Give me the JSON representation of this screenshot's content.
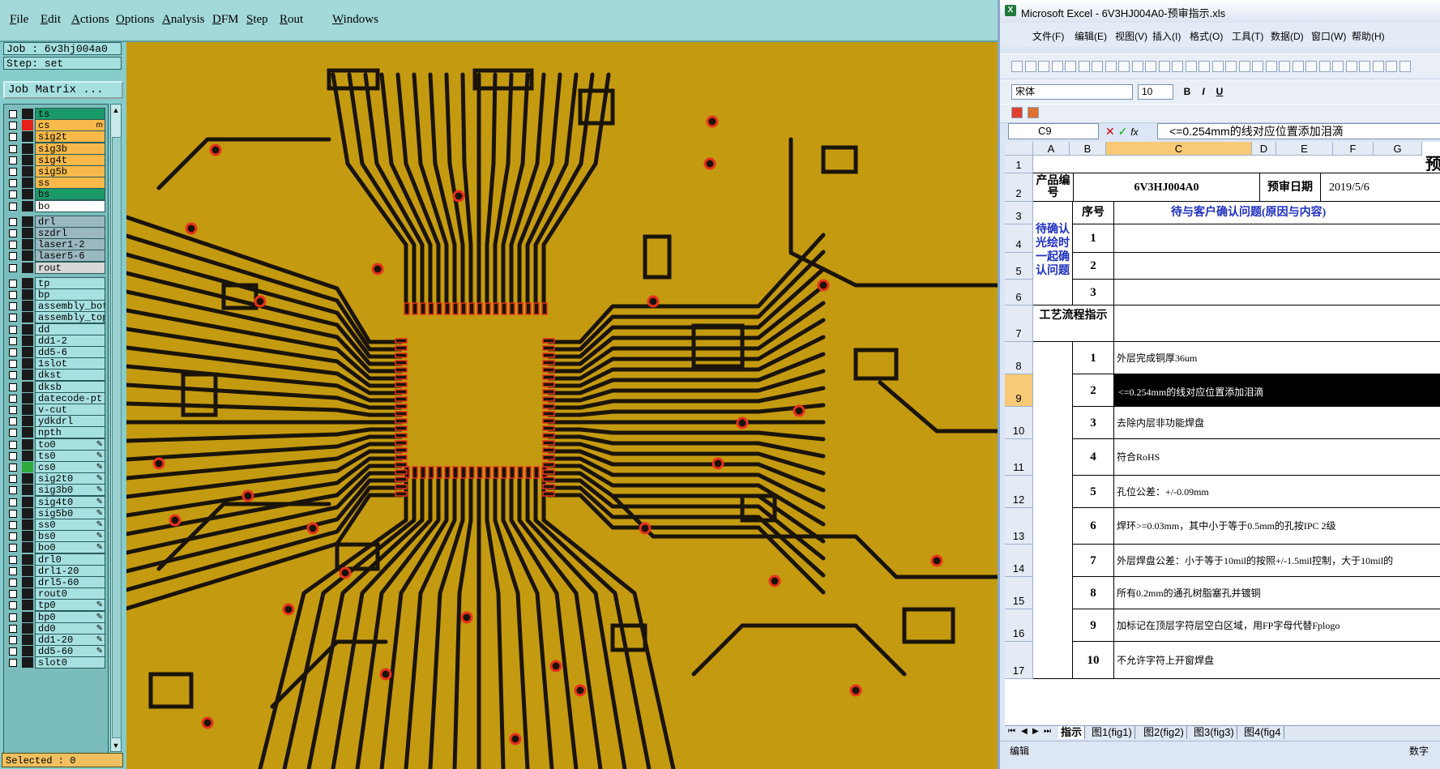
{
  "menubar": {
    "items": [
      {
        "label": "File",
        "underline": "F",
        "rest": "ile"
      },
      {
        "label": "Edit",
        "underline": "E",
        "rest": "dit"
      },
      {
        "label": "Actions",
        "underline": "A",
        "rest": "ctions"
      },
      {
        "label": "Options",
        "underline": "O",
        "rest": "ptions"
      },
      {
        "label": "Analysis",
        "underline": "A",
        "rest": "nalysis"
      },
      {
        "label": "DFM",
        "underline": "D",
        "rest": "FM"
      },
      {
        "label": "Step",
        "underline": "S",
        "rest": "tep"
      },
      {
        "label": "Rout",
        "underline": "R",
        "rest": "out"
      },
      {
        "label": "Windows",
        "underline": "W",
        "rest": "indows"
      }
    ]
  },
  "left_panel": {
    "job": "Job : 6v3hj004a0",
    "step": "Step: set",
    "job_matrix": "Job Matrix ...",
    "selected": "Selected : 0",
    "colors": {
      "panel": "#86cccc",
      "pcb": "#c49a10",
      "trace": "#1a1408",
      "pad_edge": "#e8311c"
    },
    "groups": [
      [
        {
          "name": "ts",
          "color": "#1a9a68",
          "sw": "#1a1a1a"
        },
        {
          "name": "cs",
          "color": "#f7b94a",
          "sw": "#e8201c",
          "active": true,
          "pen": "m"
        },
        {
          "name": "sig2t",
          "color": "#f7b94a",
          "sw": "#1a1a1a"
        },
        {
          "name": "sig3b",
          "color": "#f7b94a",
          "sw": "#1a1a1a"
        },
        {
          "name": "sig4t",
          "color": "#f7b94a",
          "sw": "#1a1a1a"
        },
        {
          "name": "sig5b",
          "color": "#f7b94a",
          "sw": "#1a1a1a"
        },
        {
          "name": "ss",
          "color": "#f7b94a",
          "sw": "#1a1a1a"
        },
        {
          "name": "bs",
          "color": "#1a9a68",
          "sw": "#1a1a1a"
        },
        {
          "name": "bo",
          "color": "#ffffff",
          "sw": "#1a1a1a"
        }
      ],
      [
        {
          "name": "drl",
          "color": "#9ab8c0",
          "sw": "#1a1a1a"
        },
        {
          "name": "szdrl",
          "color": "#9ab8c0",
          "sw": "#1a1a1a"
        },
        {
          "name": "laser1-2",
          "color": "#9ab8c0",
          "sw": "#1a1a1a"
        },
        {
          "name": "laser5-6",
          "color": "#9ab8c0",
          "sw": "#1a1a1a"
        },
        {
          "name": "rout",
          "color": "#d8d8d8",
          "sw": "#1a1a1a"
        }
      ],
      [
        {
          "name": "tp",
          "color": "#a6e0e0",
          "sw": "#1a1a1a"
        },
        {
          "name": "bp",
          "color": "#a6e0e0",
          "sw": "#1a1a1a"
        },
        {
          "name": "assembly_bot",
          "color": "#a6e0e0",
          "sw": "#1a1a1a"
        },
        {
          "name": "assembly_top",
          "color": "#a6e0e0",
          "sw": "#1a1a1a"
        },
        {
          "name": "dd",
          "color": "#a6e0e0",
          "sw": "#1a1a1a"
        },
        {
          "name": "dd1-2",
          "color": "#a6e0e0",
          "sw": "#1a1a1a"
        },
        {
          "name": "dd5-6",
          "color": "#a6e0e0",
          "sw": "#1a1a1a"
        },
        {
          "name": "1slot",
          "color": "#a6e0e0",
          "sw": "#1a1a1a"
        },
        {
          "name": "dkst",
          "color": "#a6e0e0",
          "sw": "#1a1a1a"
        },
        {
          "name": "dksb",
          "color": "#a6e0e0",
          "sw": "#1a1a1a"
        },
        {
          "name": "datecode-pt",
          "color": "#a6e0e0",
          "sw": "#1a1a1a"
        },
        {
          "name": "v-cut",
          "color": "#a6e0e0",
          "sw": "#1a1a1a"
        },
        {
          "name": "ydkdrl",
          "color": "#a6e0e0",
          "sw": "#1a1a1a"
        },
        {
          "name": "npth",
          "color": "#a6e0e0",
          "sw": "#1a1a1a"
        },
        {
          "name": "to0",
          "color": "#a6e0e0",
          "sw": "#1a1a1a",
          "pen": "✎"
        },
        {
          "name": "ts0",
          "color": "#a6e0e0",
          "sw": "#1a1a1a",
          "pen": "✎"
        },
        {
          "name": "cs0",
          "color": "#a6e0e0",
          "sw": "#2eaa3a",
          "pen": "✎"
        },
        {
          "name": "sig2t0",
          "color": "#a6e0e0",
          "sw": "#1a1a1a",
          "pen": "✎"
        },
        {
          "name": "sig3b0",
          "color": "#a6e0e0",
          "sw": "#1a1a1a",
          "pen": "✎"
        },
        {
          "name": "sig4t0",
          "color": "#a6e0e0",
          "sw": "#1a1a1a",
          "pen": "✎"
        },
        {
          "name": "sig5b0",
          "color": "#a6e0e0",
          "sw": "#1a1a1a",
          "pen": "✎"
        },
        {
          "name": "ss0",
          "color": "#a6e0e0",
          "sw": "#1a1a1a",
          "pen": "✎"
        },
        {
          "name": "bs0",
          "color": "#a6e0e0",
          "sw": "#1a1a1a",
          "pen": "✎"
        },
        {
          "name": "bo0",
          "color": "#a6e0e0",
          "sw": "#1a1a1a",
          "pen": "✎"
        },
        {
          "name": "drl0",
          "color": "#a6e0e0",
          "sw": "#1a1a1a"
        },
        {
          "name": "drl1-20",
          "color": "#a6e0e0",
          "sw": "#1a1a1a"
        },
        {
          "name": "drl5-60",
          "color": "#a6e0e0",
          "sw": "#1a1a1a"
        },
        {
          "name": "rout0",
          "color": "#a6e0e0",
          "sw": "#1a1a1a"
        },
        {
          "name": "tp0",
          "color": "#a6e0e0",
          "sw": "#1a1a1a",
          "pen": "✎"
        },
        {
          "name": "bp0",
          "color": "#a6e0e0",
          "sw": "#1a1a1a",
          "pen": "✎"
        },
        {
          "name": "dd0",
          "color": "#a6e0e0",
          "sw": "#1a1a1a",
          "pen": "✎"
        },
        {
          "name": "dd1-20",
          "color": "#a6e0e0",
          "sw": "#1a1a1a",
          "pen": "✎"
        },
        {
          "name": "dd5-60",
          "color": "#a6e0e0",
          "sw": "#1a1a1a",
          "pen": "✎"
        },
        {
          "name": "slot0",
          "color": "#a6e0e0",
          "sw": "#1a1a1a"
        }
      ]
    ]
  },
  "excel": {
    "title": "Microsoft Excel - 6V3HJ004A0-预审指示.xls",
    "logo": "X",
    "menu": [
      "文件(F)",
      "编辑(E)",
      "视图(V)",
      "插入(I)",
      "格式(O)",
      "工具(T)",
      "数据(D)",
      "窗口(W)",
      "帮助(H)"
    ],
    "font_name": "宋体",
    "font_size": "10",
    "format_buttons": [
      "B",
      "I",
      "U"
    ],
    "cell_ref": "C9",
    "fx": "fx",
    "formula": "<=0.254mm的线对应位置添加泪滴",
    "columns": [
      "A",
      "B",
      "C",
      "D",
      "E",
      "F",
      "G"
    ],
    "selected_column": "C",
    "rows": [
      "1",
      "2",
      "3",
      "4",
      "5",
      "6",
      "7",
      "8",
      "9",
      "10",
      "11",
      "12",
      "13",
      "14",
      "15",
      "16",
      "17"
    ],
    "selected_row": "9",
    "sheet_title": "预审指示",
    "product_no_label": "产品编号",
    "product_no": "6V3HJ004A0",
    "review_date_label": "预审日期",
    "review_date": "2019/5/6",
    "confirm_label": "待确认光绘时一起确认问题",
    "seq_header": "序号",
    "issue_header": "待与客户确认问题(原因与内容)",
    "issue_nums": [
      "1",
      "2",
      "3"
    ],
    "process_label": "工艺流程指示",
    "instructions": [
      {
        "n": "1",
        "text": "外层完成铜厚36um"
      },
      {
        "n": "2",
        "text": "<=0.254mm的线对应位置添加泪滴"
      },
      {
        "n": "3",
        "text": "去除内层非功能焊盘"
      },
      {
        "n": "4",
        "text": "符合RoHS"
      },
      {
        "n": "5",
        "text": "孔位公差：+/-0.09mm"
      },
      {
        "n": "6",
        "text": "焊环>=0.03mm，其中小于等于0.5mm的孔按IPC 2级"
      },
      {
        "n": "7",
        "text": "外层焊盘公差：小于等于10mil的按照+/-1.5mil控制，大于10mil的"
      },
      {
        "n": "8",
        "text": "所有0.2mm的通孔树脂塞孔并镀铜"
      },
      {
        "n": "9",
        "text": "加标记在顶层字符层空白区域，用FP字母代替Fplogo"
      },
      {
        "n": "10",
        "text": "不允许字符上开窗焊盘"
      }
    ],
    "sheet_tabs": [
      "指示",
      "图1(fig1)",
      "图2(fig2)",
      "图3(fig3)",
      "图4(fig4"
    ],
    "status_left": "编辑",
    "status_right": "数字"
  }
}
